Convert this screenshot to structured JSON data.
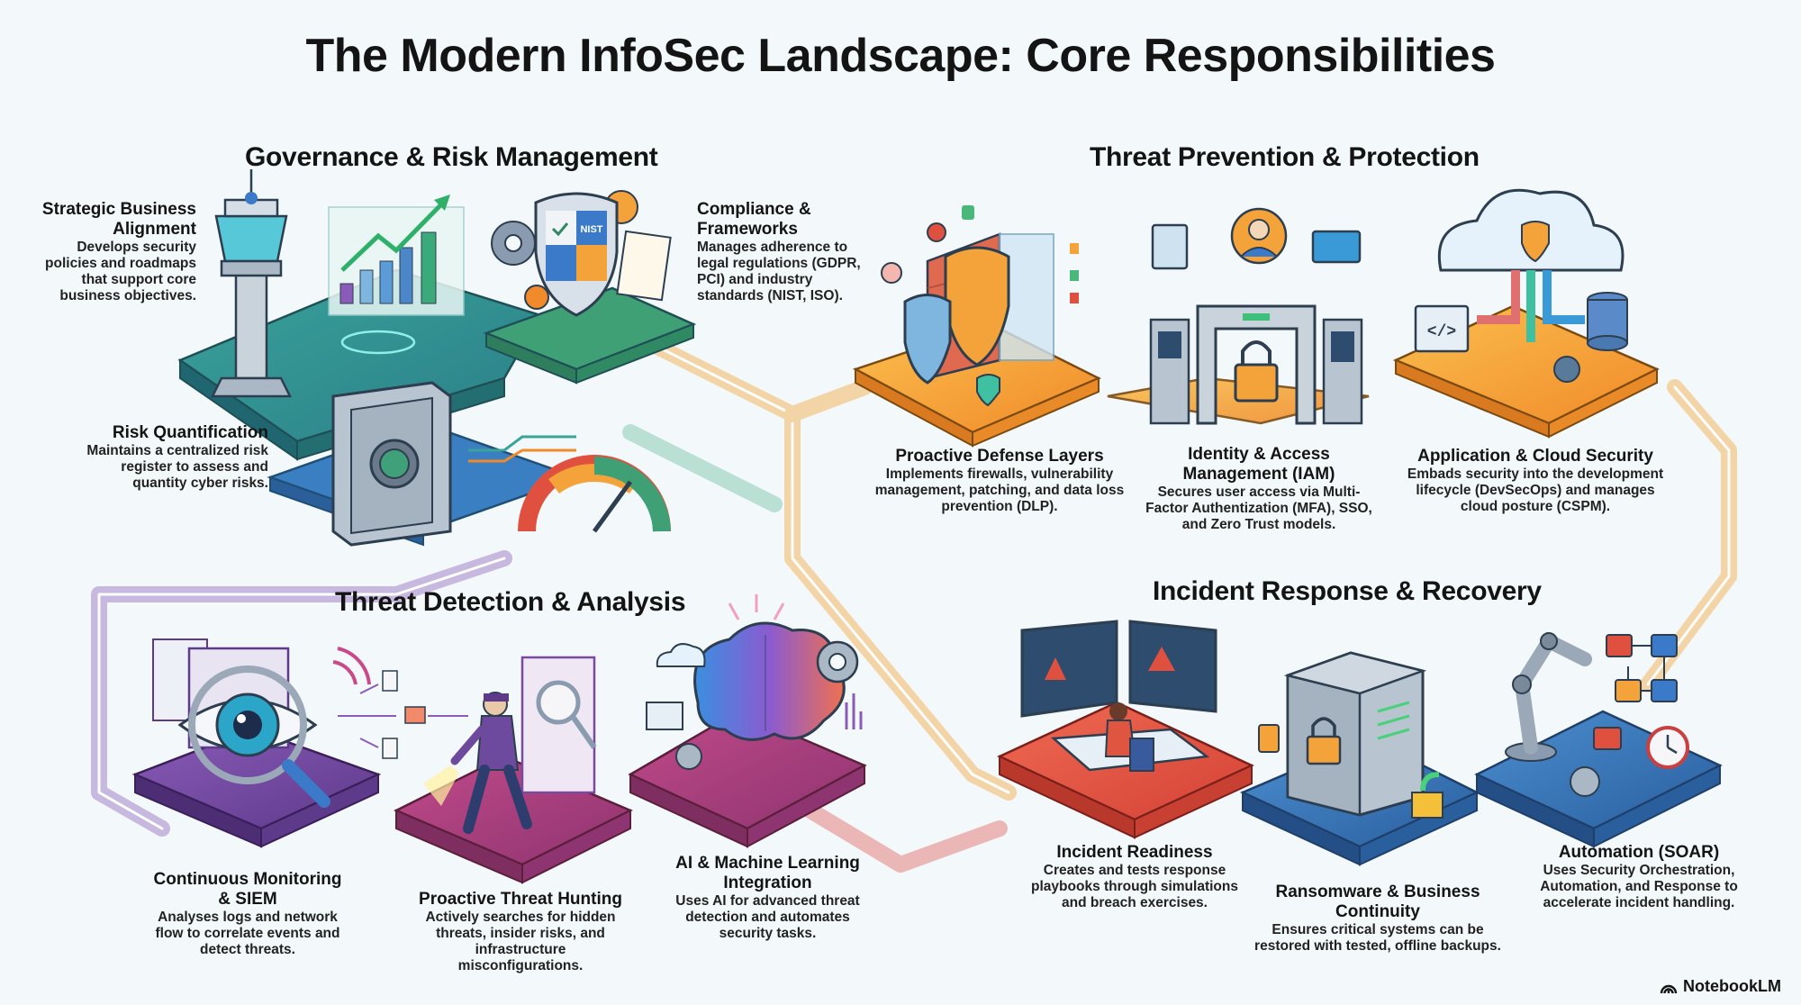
{
  "title": "The Modern InfoSec Landscape: Core Responsibilities",
  "colors": {
    "background": "#f3f8fa",
    "governance": "#2f8f8a",
    "prevention": "#f4a23a",
    "detection": "#7a4a9e",
    "response": "#2f6fb5",
    "incident_red": "#e0503f"
  },
  "sections": [
    {
      "name": "Governance & Risk Management",
      "items": [
        {
          "title": "Strategic Business Alignment",
          "description": "Develops security policies and roadmaps that support core business objectives.",
          "icon": "control-tower-icon"
        },
        {
          "title": "Compliance & Frameworks",
          "description": "Manages adherence to legal regulations (GDPR, PCI) and industry standards (NIST, ISO).",
          "icon": "shield-nist-icon"
        },
        {
          "title": "Risk Quantification",
          "description": "Maintains a centralized risk register to assess and quantity cyber risks.",
          "icon": "vault-gauge-icon"
        }
      ]
    },
    {
      "name": "Threat Prevention & Protection",
      "items": [
        {
          "title": "Proactive Defense Layers",
          "description": "Implements firewalls, vulnerability management, patching, and data loss prevention (DLP).",
          "icon": "shield-firewall-icon"
        },
        {
          "title": "Identity & Access Management (IAM)",
          "description": "Secures user access via Multi-Factor Authentization (MFA), SSO, and Zero Trust models.",
          "icon": "access-gate-lock-icon"
        },
        {
          "title": "Application & Cloud Security",
          "description": "Embads security into the development lifecycle (DevSecOps) and manages cloud posture (CSPM).",
          "icon": "cloud-database-icon"
        }
      ]
    },
    {
      "name": "Threat Detection & Analysis",
      "items": [
        {
          "title": "Continuous Monitoring & SIEM",
          "description": "Analyses logs and network flow to correlate events and detect threats.",
          "icon": "eye-magnifier-icon"
        },
        {
          "title": "Proactive Threat Hunting",
          "description": "Actively searches for hidden threats, insider risks, and infrastructure misconfigurations.",
          "icon": "hunter-flashlight-icon"
        },
        {
          "title": "AI & Machine Learning Integration",
          "description": "Uses AI for advanced threat detection and automates security tasks.",
          "icon": "brain-icon"
        }
      ]
    },
    {
      "name": "Incident Response & Recovery",
      "items": [
        {
          "title": "Incident Readiness",
          "description": "Creates and tests response playbooks through simulations and breach exercises.",
          "icon": "soc-workstation-icon"
        },
        {
          "title": "Ransomware & Business Continuity",
          "description": "Ensures critical systems can be restored with tested, offline backups.",
          "icon": "backup-vault-icon"
        },
        {
          "title": "Automation (SOAR)",
          "description": "Uses Security Orchestration, Automation, and Response to accelerate incident handling.",
          "icon": "robot-arm-workflow-icon"
        }
      ]
    }
  ],
  "illustration_labels": {
    "nist_badge": "NIST",
    "code_tag": "</>"
  },
  "footer": {
    "brand": "NotebookLM"
  }
}
